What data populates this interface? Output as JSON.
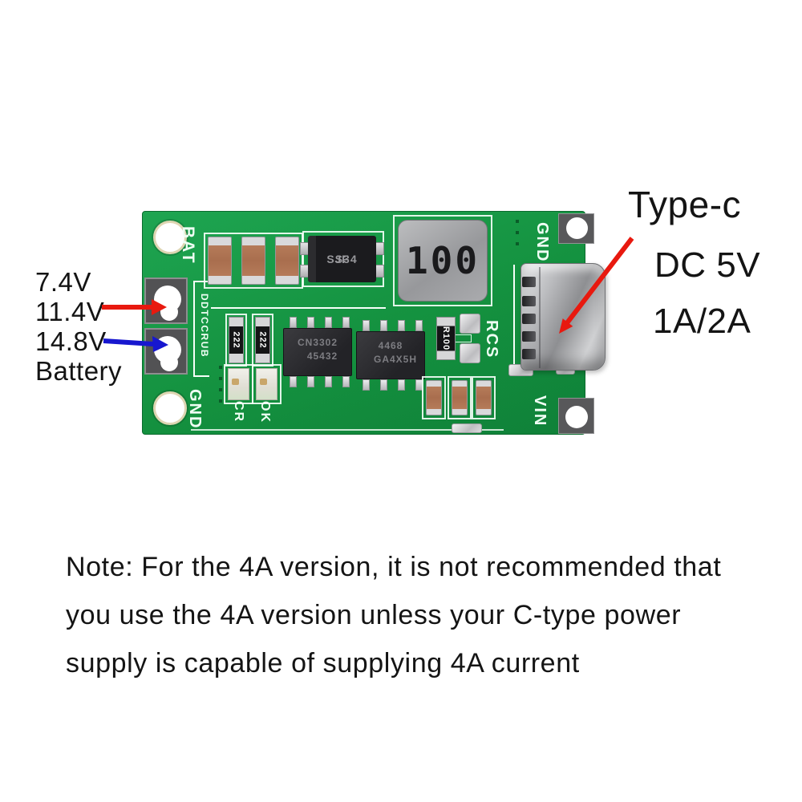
{
  "colors": {
    "pcb_green": "#169345",
    "arrow_red": "#e8190f",
    "arrow_blue": "#1717cf",
    "annotation_text": "#141414",
    "silkscreen_white": "#f6fff9"
  },
  "annotations": {
    "left": {
      "lines": [
        "7.4V",
        "11.4V",
        "14.8V",
        "Battery"
      ]
    },
    "right": {
      "title": "Type-c",
      "line1": "DC 5V",
      "line2": "1A/2A"
    },
    "note": {
      "lines": [
        "Note: For the 4A version, it is not recommended that",
        "you use the 4A version unless your C-type power",
        "supply is capable of supplying 4A current"
      ]
    }
  },
  "pcb": {
    "labels": {
      "bat": "BAT",
      "model": "DDTCCRUB",
      "gnd_top": "GND",
      "gnd_bottom": "GND",
      "vin": "VIN",
      "rcs": "RCS",
      "cr": "CR",
      "ok": "OK"
    },
    "components": {
      "diode": {
        "line1": "JF",
        "line2": "SS34"
      },
      "inductor": {
        "marking": "100"
      },
      "ic1": {
        "line1": "CN3302",
        "line2": "45432"
      },
      "ic2": {
        "line1": "4468",
        "line2": "GA4X5H"
      },
      "resistor1": "222",
      "resistor2": "222",
      "sense_resistor": "R100"
    }
  }
}
